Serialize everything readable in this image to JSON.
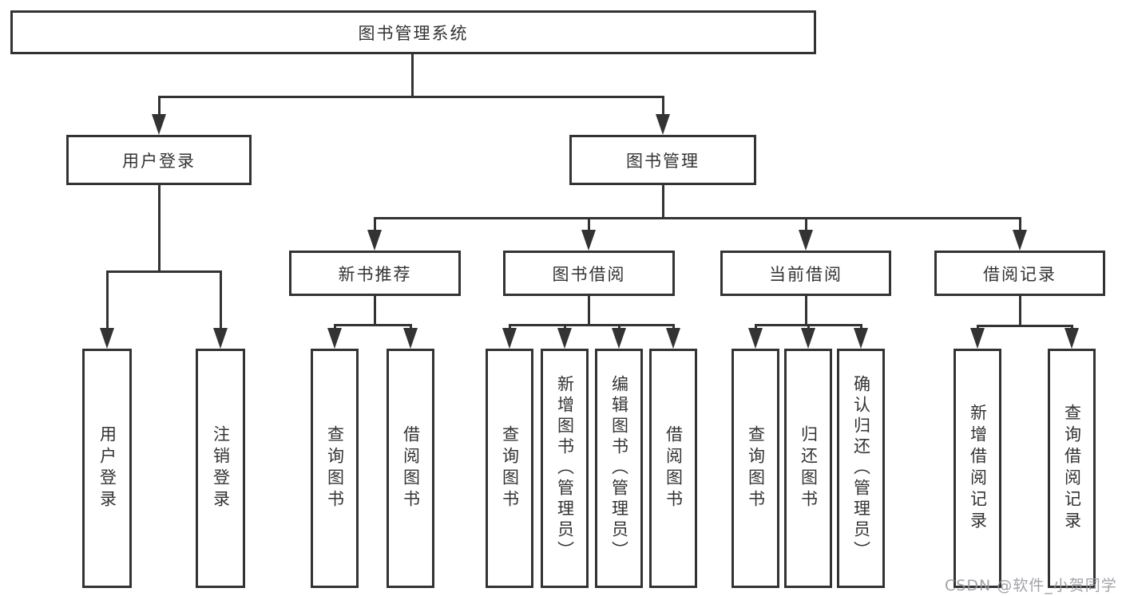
{
  "diagram": {
    "root": {
      "label": "图书管理系统"
    },
    "login": {
      "label": "用户登录",
      "children": [
        {
          "label": "用户登录"
        },
        {
          "label": "注销登录"
        }
      ]
    },
    "mgmt": {
      "label": "图书管理",
      "children": [
        {
          "label": "新书推荐",
          "children": [
            {
              "label": "查询图书"
            },
            {
              "label": "借阅图书"
            }
          ]
        },
        {
          "label": "图书借阅",
          "children": [
            {
              "label": "查询图书"
            },
            {
              "label": "新增图书（管理员）"
            },
            {
              "label": "编辑图书（管理员）"
            },
            {
              "label": "借阅图书"
            }
          ]
        },
        {
          "label": "当前借阅",
          "children": [
            {
              "label": "查询图书"
            },
            {
              "label": "归还图书"
            },
            {
              "label": "确认归还（管理员）"
            }
          ]
        },
        {
          "label": "借阅记录",
          "children": [
            {
              "label": "新增借阅记录"
            },
            {
              "label": "查询借阅记录"
            }
          ]
        }
      ]
    },
    "watermark": "CSDN @软件_小贺同学",
    "colors": {
      "line": "#333333",
      "text": "#333333",
      "watermark": "#98989e",
      "background": "#ffffff"
    }
  }
}
